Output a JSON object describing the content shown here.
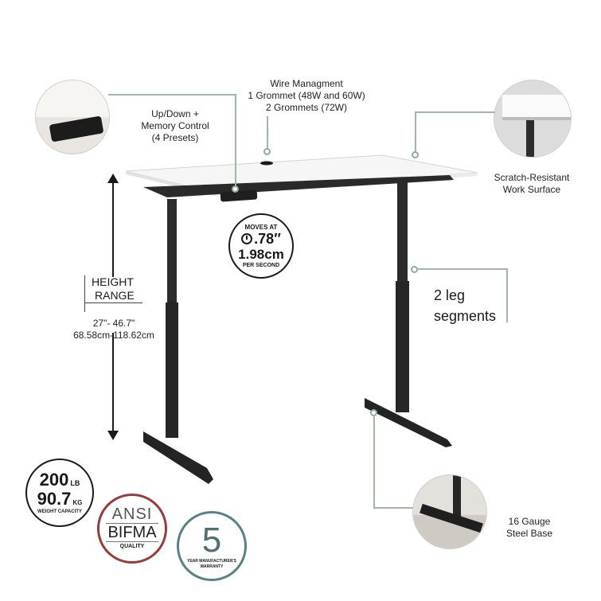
{
  "callouts": {
    "wire_title": "Wire Managment",
    "wire_line1": "1 Grommet (48W and 60W)",
    "wire_line2": "2 Grommets (72W)",
    "control_line1": "Up/Down +",
    "control_line2": "Memory Control",
    "control_line3": "(4 Presets)",
    "scratch_line1": "Scratch-Resistant",
    "scratch_line2": "Work Surface",
    "legs_line1": "2 leg",
    "legs_line2": "segments",
    "base_line1": "16 Gauge",
    "base_line2": "Steel Base"
  },
  "height": {
    "label_line1": "HEIGHT",
    "label_line2": "RANGE",
    "inches": "27\"- 46.7\"",
    "cm": "68.58cm-118.62cm"
  },
  "speed": {
    "top": "MOVES AT",
    "inches": ".78″",
    "cm": "1.98cm",
    "bottom": "PER SECOND"
  },
  "capacity": {
    "lb_value": "200",
    "lb_unit": "LB",
    "kg_value": "90.7",
    "kg_unit": "KG",
    "caption": "WEIGHT CAPACITY"
  },
  "ansi": {
    "line1": "ANSI",
    "line2": "BIFMA",
    "caption": "QUALITY"
  },
  "warranty": {
    "years": "5",
    "caption_line1": "YEAR MANUFACTURER'S",
    "caption_line2": "WARRANTY"
  },
  "colors": {
    "callout_line": "#9db8a4",
    "ansi_red": "#9a3a3a",
    "warranty_teal": "#5b7f86",
    "frame": "#2a2a2a"
  }
}
